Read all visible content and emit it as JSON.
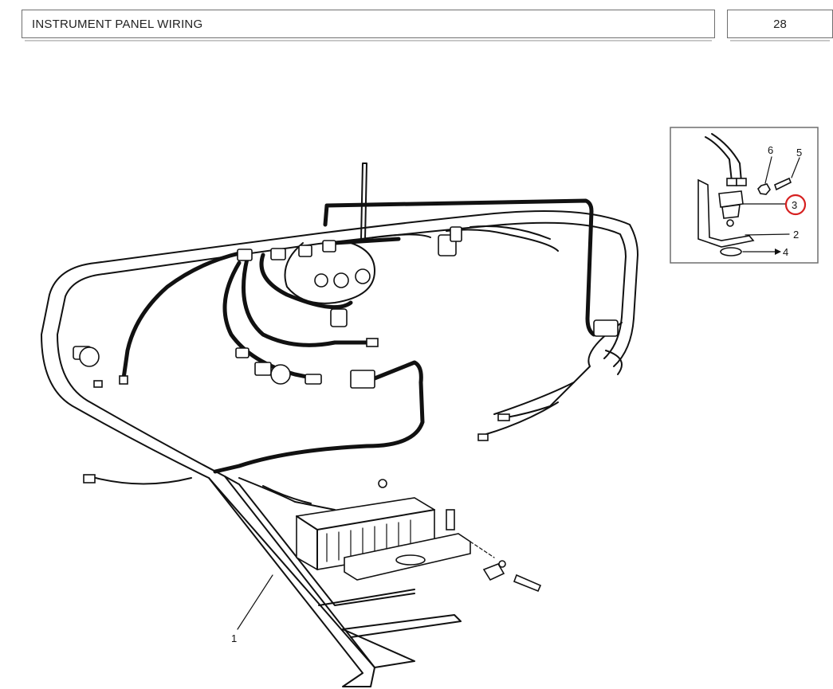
{
  "header": {
    "title": "INSTRUMENT PANEL WIRING",
    "page_number": "28"
  },
  "callouts": {
    "main_harness": "1",
    "bracket": "2",
    "sender": "3",
    "grommet": "4",
    "screw": "5",
    "nut": "6"
  },
  "colors": {
    "highlight_circle": "#d62020",
    "line": "#111111",
    "frame": "#6f6f6f"
  }
}
